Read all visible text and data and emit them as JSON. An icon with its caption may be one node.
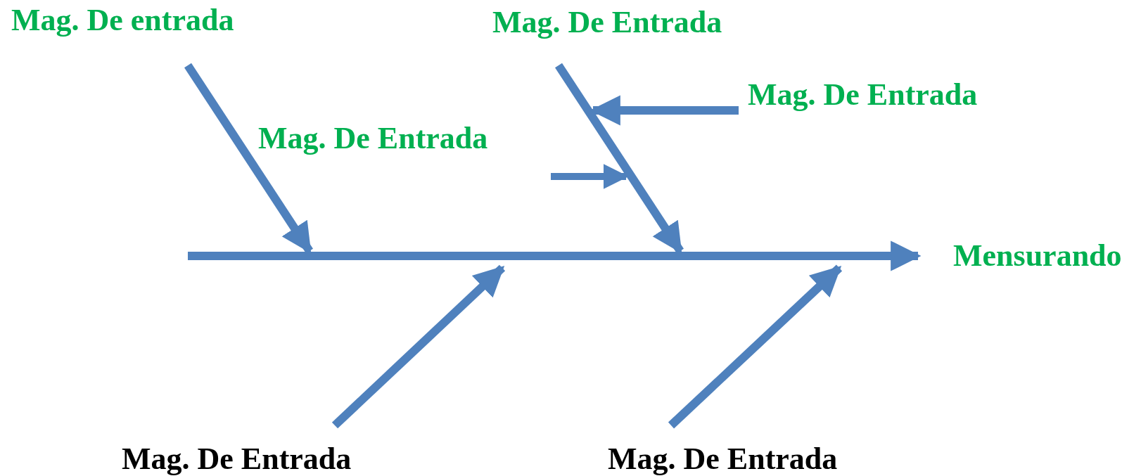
{
  "diagram": {
    "nodes": [
      {
        "text": [
          "Mag. De entrada"
        ]
      },
      {
        "text": [
          "Mag. De Entrada"
        ]
      },
      {
        "text": [
          "Mag. De Entrada"
        ]
      },
      {
        "text": [
          "Mensurando"
        ]
      },
      {
        "text": [
          "Mag. De Entrada"
        ]
      },
      {
        "text": [
          "Mag. De Entrada"
        ]
      }
    ],
    "edges": [
      {
        "from": null,
        "to": 3,
        "arrow": "to"
      },
      {
        "from": 0,
        "to": null,
        "arrow": "to"
      },
      {
        "from": 1,
        "to": null,
        "arrow": "to"
      },
      {
        "from": 2,
        "to": null,
        "arrow": "to"
      },
      {
        "from": 4,
        "to": null,
        "arrow": "to"
      },
      {
        "from": 5,
        "to": null,
        "arrow": "to"
      }
    ],
    "labels": [
      "Mag. De Entrada"
    ]
  }
}
